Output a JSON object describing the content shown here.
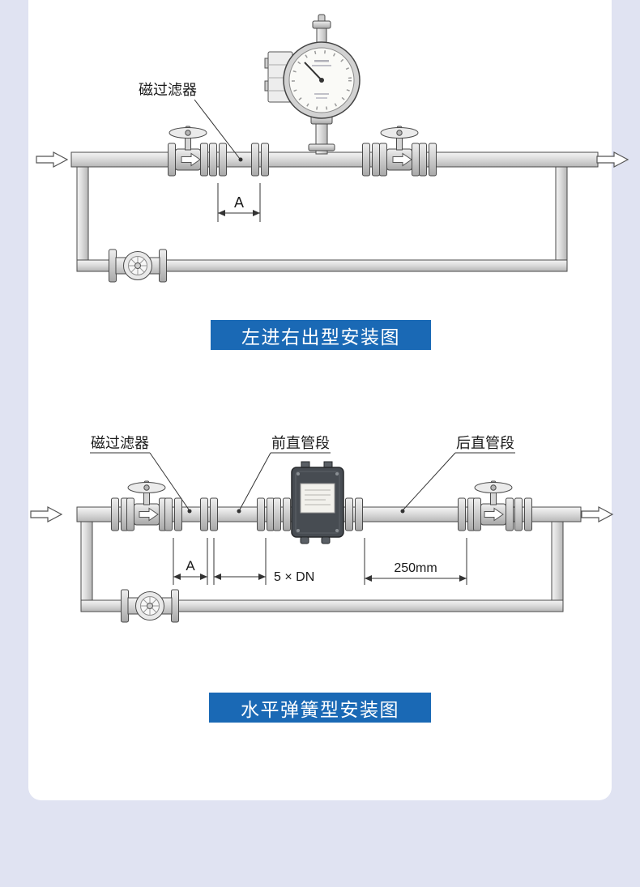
{
  "page": {
    "bg": "#e0e3f2",
    "card_bg": "#ffffff"
  },
  "banner": {
    "bg": "#1a69b5",
    "text_color": "#ffffff"
  },
  "diagram1": {
    "filter_label": "磁过滤器",
    "dim_a": "A",
    "title": "左进右出型安装图"
  },
  "diagram2": {
    "filter_label": "磁过滤器",
    "front_label": "前直管段",
    "rear_label": "后直管段",
    "dim_a": "A",
    "dim_dn": "5 × DN",
    "dim_250": "250mm",
    "title": "水平弹簧型安装图"
  }
}
